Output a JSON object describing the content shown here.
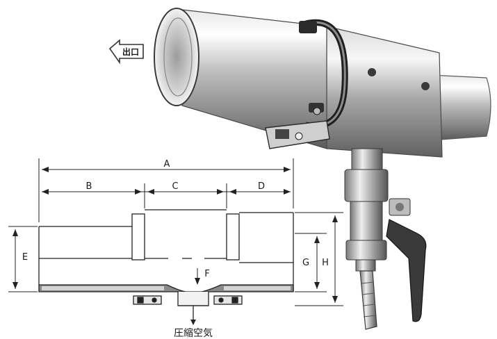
{
  "product_photo": {
    "flow_arrow_text": "出口"
  },
  "dimension_drawing": {
    "labels": {
      "a": "A",
      "b": "B",
      "c": "C",
      "d": "D",
      "e": "E",
      "f": "F",
      "g": "G",
      "h": "H"
    },
    "inlet_label": "圧縮空気"
  },
  "colors": {
    "metal_light": "#ececec",
    "metal_dark": "#6a6a6a",
    "line": "#222222"
  }
}
